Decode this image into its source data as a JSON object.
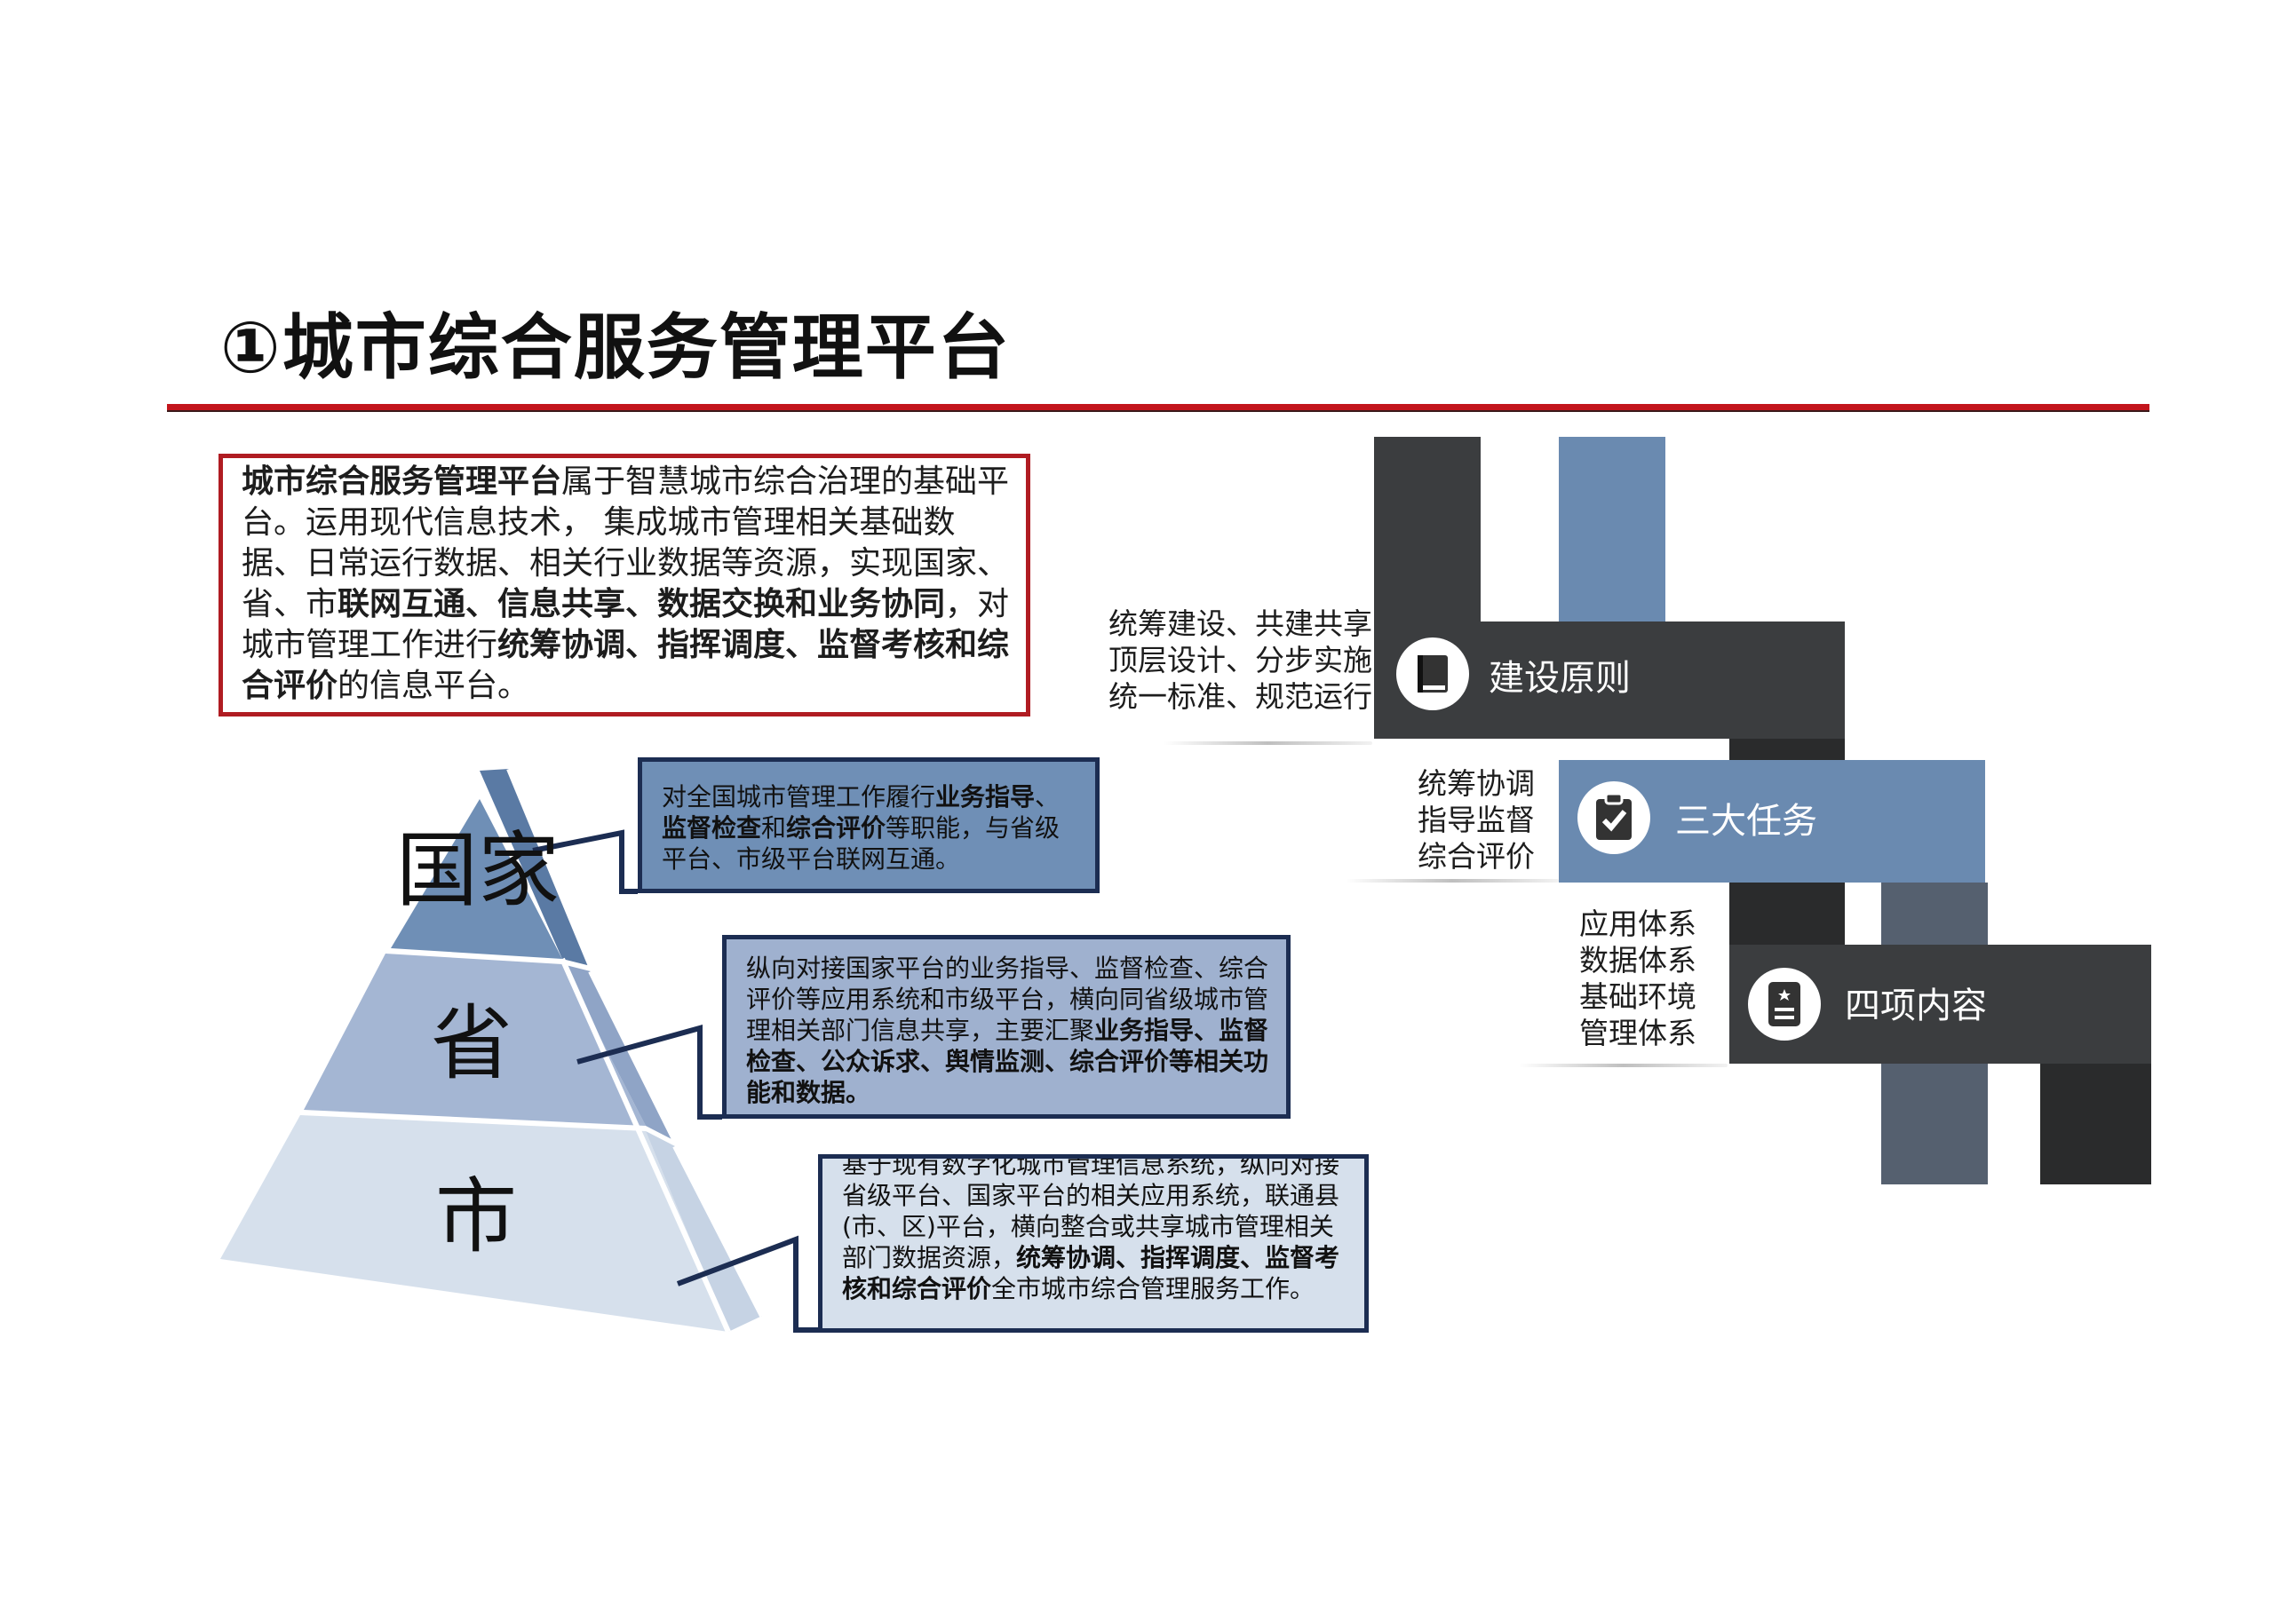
{
  "title": "①城市综合服务管理平台",
  "intro": {
    "segments": [
      {
        "text": "城市综合服务管理平台",
        "bold": true
      },
      {
        "text": "属于智慧城市综合治理的基础平台。运用现代信息技术， 集成城市管理相关基础数据、日常运行数据、相关行业数据等资源，实现国家、省、市",
        "bold": false
      },
      {
        "text": "联网互通、信息共享、数据交换和业务协同",
        "bold": true
      },
      {
        "text": "，对城市管理工作进行",
        "bold": false
      },
      {
        "text": "统筹协调、指挥调度、监督考核和综合评价",
        "bold": true
      },
      {
        "text": "的信息平台。",
        "bold": false
      }
    ]
  },
  "pyramid": {
    "tiers": [
      "国家",
      "省",
      "市"
    ],
    "colors": {
      "national_face": "#6f8fb6",
      "national_side": "#5a7aa4",
      "province_face": "#a4b6d3",
      "province_side": "#8fa4c6",
      "city_face": "#d6e0ec",
      "city_side": "#c6d3e4",
      "connector": "#1c2d52"
    }
  },
  "descriptions": {
    "national": [
      {
        "text": "对全国城市管理工作履行",
        "bold": false
      },
      {
        "text": "业务指导",
        "bold": true
      },
      {
        "text": "、",
        "bold": false
      },
      {
        "text": "监督检查",
        "bold": true
      },
      {
        "text": "和",
        "bold": false
      },
      {
        "text": "综合评价",
        "bold": true
      },
      {
        "text": "等职能，与省级平台、市级平台联网互通。",
        "bold": false
      }
    ],
    "province": [
      {
        "text": "纵向对接国家平台的业务指导、监督检查、综合评价等应用系统和市级平台，横向同省级城市管理相关部门信息共享，主要汇聚",
        "bold": false
      },
      {
        "text": "业务指导、监督检查、公众诉求、舆情监测、综合评价等相关功能和数据。",
        "bold": true
      }
    ],
    "city": [
      {
        "text": "基于现有数字化城市管理信息系统，纵向对接省级平台、国家平台的相关应用系统，联通县(市、区)平台，横向整合或共享城市管理相关部门数据资源，",
        "bold": false
      },
      {
        "text": "统筹协调、指挥调度、监督考核和综合评价",
        "bold": true
      },
      {
        "text": "全市城市综合管理服务工作。",
        "bold": false
      }
    ]
  },
  "right_panel": {
    "colors": {
      "dark": "#3b3d3f",
      "blue": "#6a8ab0",
      "slate": "#55606f",
      "darkest": "#2a2b2c"
    },
    "groups": [
      {
        "tag": "建设原则",
        "icon": "book-icon",
        "items": [
          "统筹建设、共建共享",
          "顶层设计、分步实施",
          "统一标准、规范运行"
        ]
      },
      {
        "tag": "三大任务",
        "icon": "clipboard-check-icon",
        "items": [
          "统筹协调",
          "指导监督",
          "综合评价"
        ]
      },
      {
        "tag": "四项内容",
        "icon": "badge-list-icon",
        "items": [
          "应用体系",
          "数据体系",
          "基础环境",
          "管理体系"
        ]
      }
    ]
  }
}
